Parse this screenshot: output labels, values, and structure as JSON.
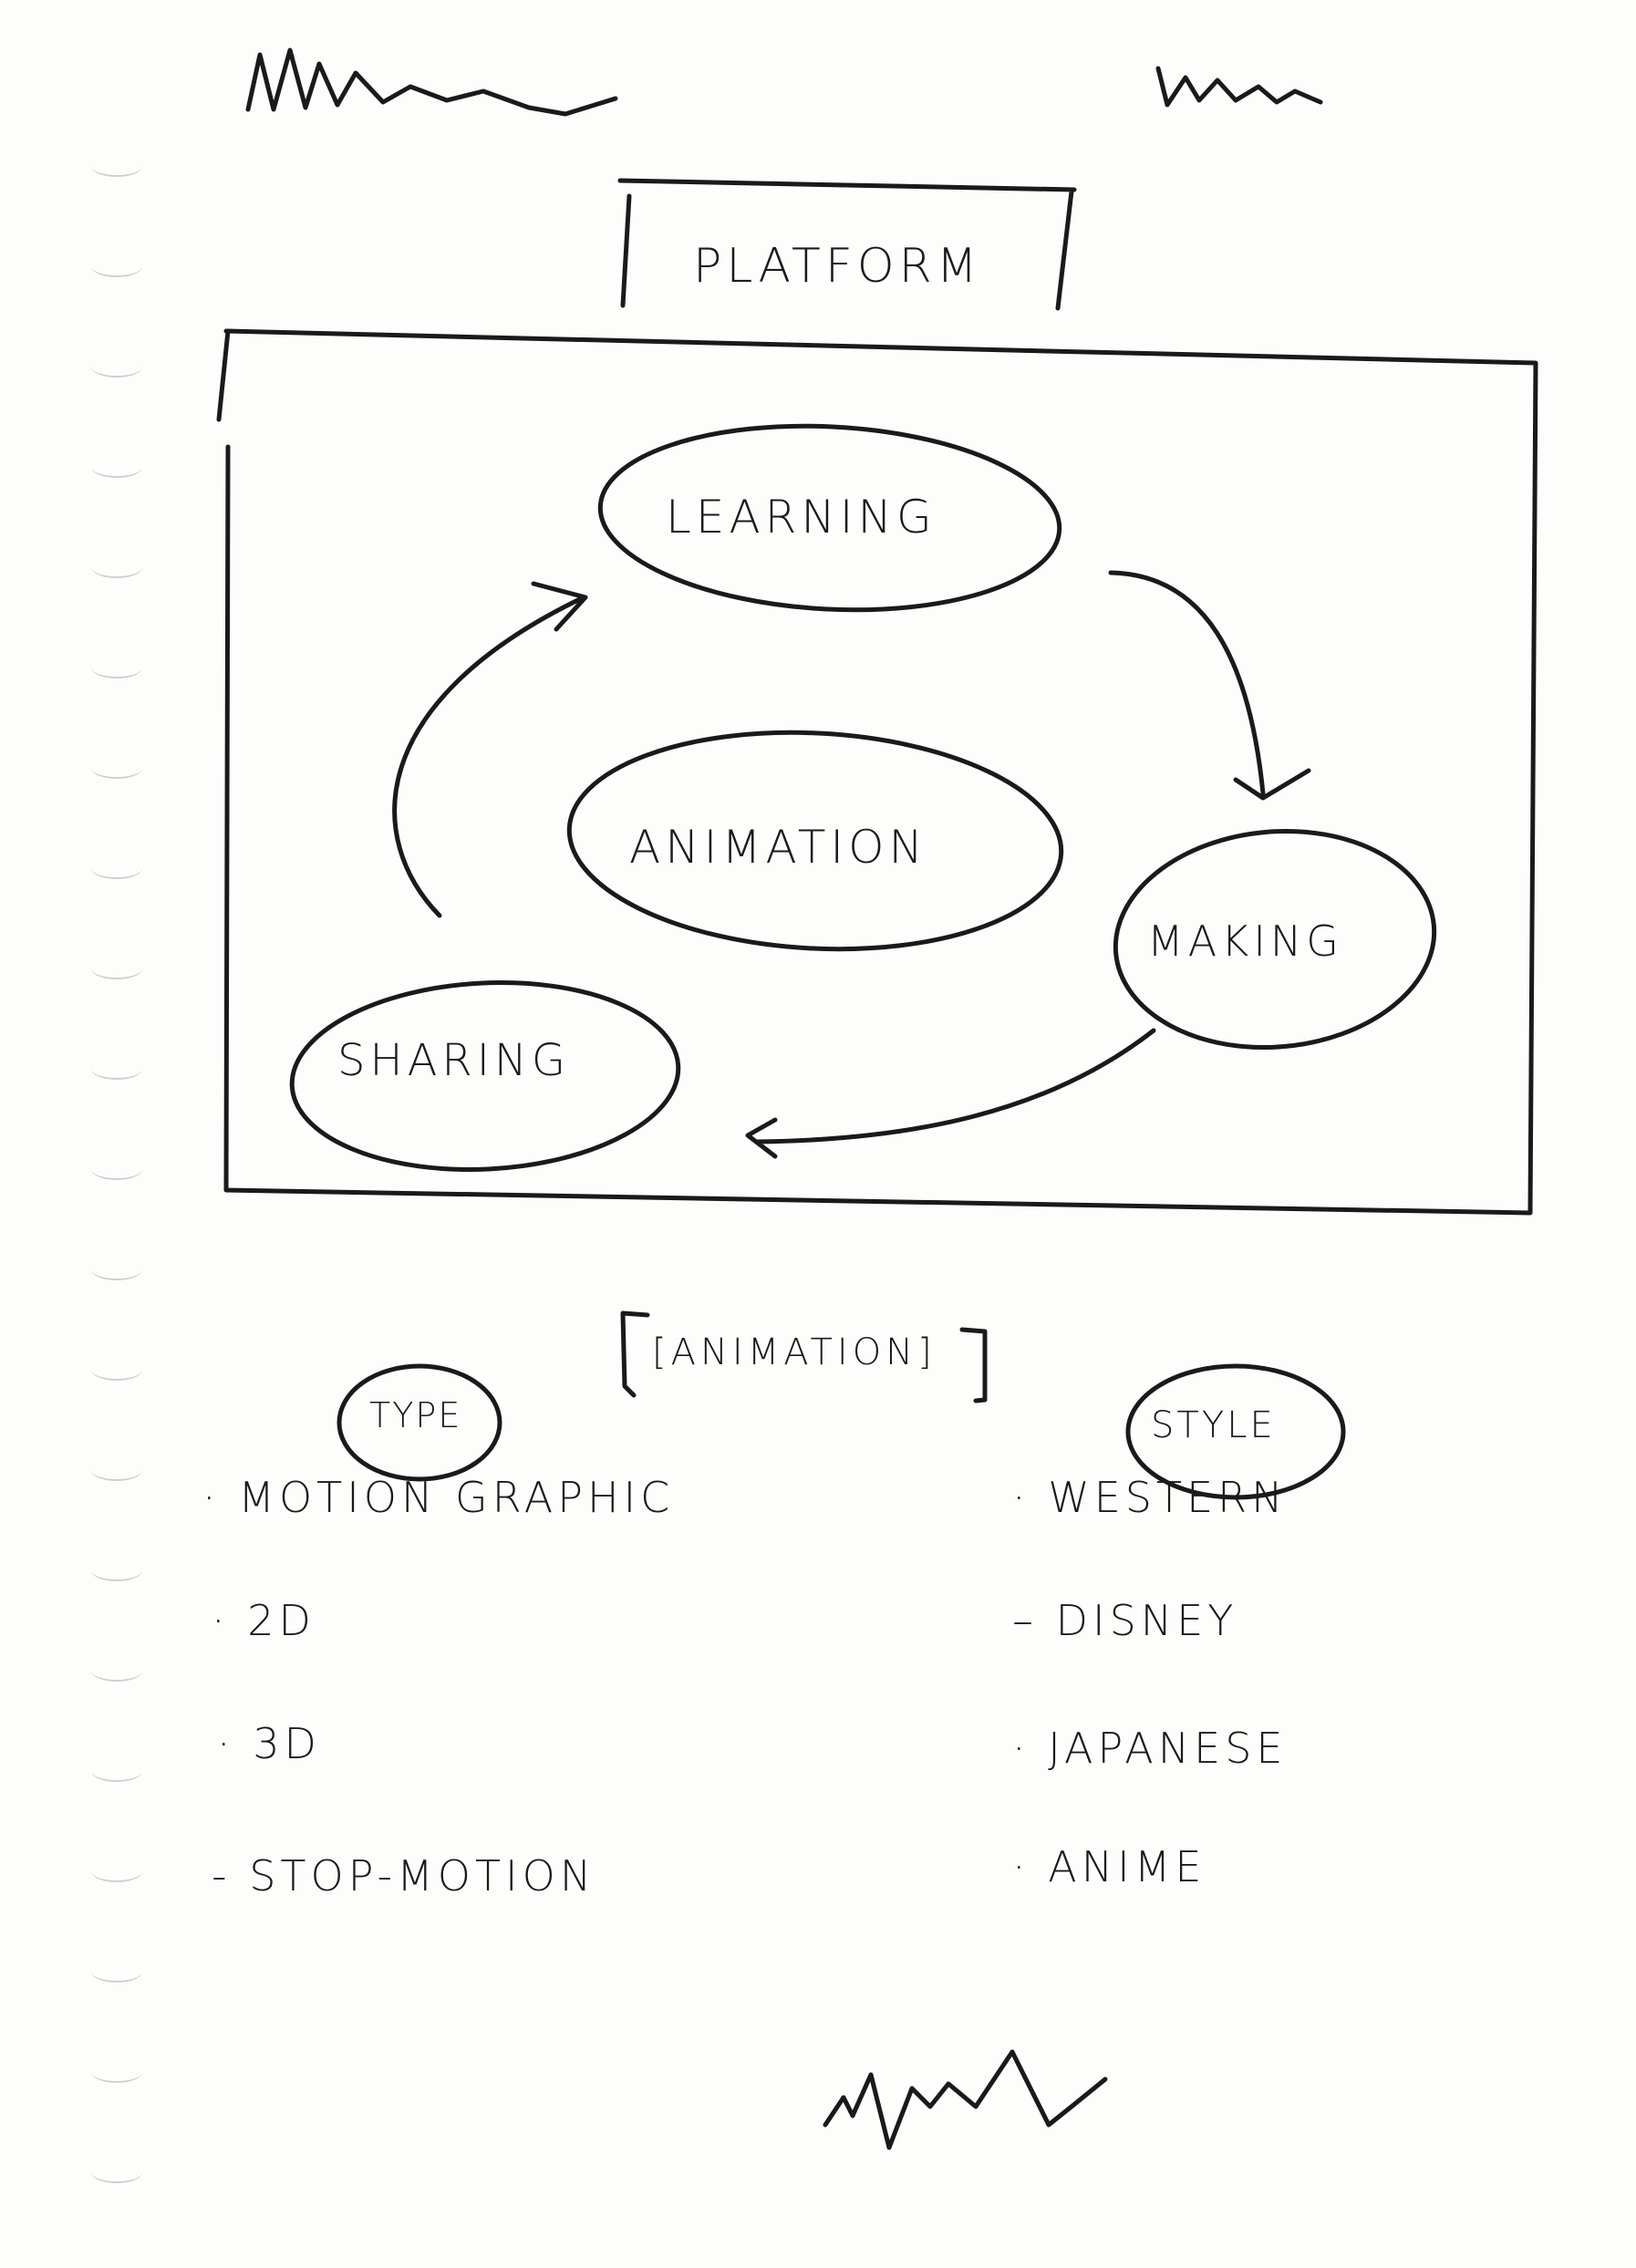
{
  "diagram": {
    "title": "PLATFORM",
    "center": "ANIMATION",
    "cycle": [
      "LEARNING",
      "MAKING",
      "SHARING"
    ]
  },
  "animation_section": {
    "heading": "[ANIMATION]",
    "type_heading": "TYPE",
    "style_heading": "STYLE",
    "types": [
      "MOTION GRAPHIC",
      "2D",
      "3D",
      "STOP-MOTION"
    ],
    "styles": [
      "WESTERN",
      "DISNEY",
      "JAPANESE",
      "ANIME"
    ]
  },
  "colors": {
    "ink": "#1a1a1a",
    "rule": "#d9d9d4"
  }
}
